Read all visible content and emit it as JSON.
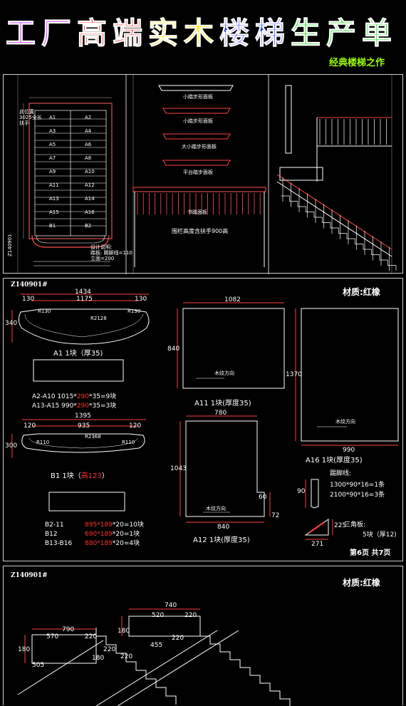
{
  "banner": {
    "title_chars": [
      {
        "ch": "工",
        "color": "#d43cff"
      },
      {
        "ch": "厂",
        "color": "#d43cff"
      },
      {
        "ch": "高",
        "color": "#ff2020"
      },
      {
        "ch": "端",
        "color": "#ff2020"
      },
      {
        "ch": "实",
        "color": "#ffe600"
      },
      {
        "ch": "木",
        "color": "#ffe600"
      },
      {
        "ch": "楼",
        "color": "#2a3cff"
      },
      {
        "ch": "梯",
        "color": "#2a3cff"
      },
      {
        "ch": "生",
        "color": "#22dd22"
      },
      {
        "ch": "产",
        "color": "#22dd22"
      },
      {
        "ch": "单",
        "color": "#22dd22"
      }
    ],
    "subtitle": "经典楼梯之作"
  },
  "top_sheet": {
    "left_notes": [
      "此位置",
      "3025全长",
      "扶手"
    ],
    "plan_labels": [
      "A1",
      "A2",
      "A3",
      "A4",
      "A5",
      "A6",
      "A7",
      "A8",
      "A9",
      "A10",
      "A11",
      "A12",
      "A13",
      "A14",
      "A15",
      "A16",
      "B1",
      "B2"
    ],
    "footer_notes": [
      "设计说明:",
      "踏板: 踢脚线=110",
      "立面=200"
    ],
    "mid_labels": [
      "小踏步形面板",
      "小踏步形面板",
      "大小踏步形面板",
      "平台踏步面板"
    ],
    "rail_caption": "书踏面板",
    "mid_note": "围栏高度含扶手900高",
    "side_text": "Z140901"
  },
  "sheet2": {
    "code": "Z140901#",
    "material": "材质:红橡",
    "a1": {
      "w_total": "1434",
      "w_inner": "1175",
      "left": "130",
      "right": "130",
      "h": "340",
      "r1": "R130",
      "r2": "R2128",
      "r3": "R130",
      "caption": "A1   1块（厚35)"
    },
    "a_list": [
      "A2-A10   1015*",
      "290",
      "*35=9块",
      "A13-A15   990*",
      "290",
      "*35=3块"
    ],
    "a11": {
      "w": "1082",
      "h": "840",
      "grain": "木纹方向",
      "caption": "A11     1块(厚度35)"
    },
    "a16": {
      "w": "990",
      "h": "1370",
      "grain": "木纹方向",
      "caption": "A16     1块(厚度35)"
    },
    "b1": {
      "w_total": "1395",
      "w_inner": "935",
      "left": "120",
      "right": "120",
      "h": "300",
      "r1": "R110",
      "r2": "R2368",
      "r3": "R110",
      "caption": "B1   1块（",
      "caption_red": "高123",
      "caption_end": "）"
    },
    "a12": {
      "w_top": "780",
      "w": "840",
      "h": "1043",
      "n60": "60",
      "n72": "72",
      "grain": "木纹方向",
      "caption": "A12    1块(厚度35)"
    },
    "b_list": [
      {
        "name": "B2-11",
        "a": "895*",
        "b": "189",
        "c": "*20=10块"
      },
      {
        "name": "B12",
        "a": "690*",
        "b": "189",
        "c": "*20=1块"
      },
      {
        "name": "B13-B16",
        "a": "880*",
        "b": "189",
        "c": "*20=4块"
      }
    ],
    "kick": {
      "title": "踢脚线:",
      "l1": "1300*90*16=1条",
      "l2": "2100*90*16=3条",
      "h90": "90"
    },
    "tri": {
      "title": "三角板:",
      "count": "5块（厚12)",
      "h": "225",
      "w": "271"
    },
    "page": "第6页   共7页"
  },
  "sheet3": {
    "code": "Z140901#",
    "material": "材质:红橡",
    "dims": [
      "740",
      "520",
      "220",
      "790",
      "570",
      "220",
      "220",
      "220",
      "455",
      "220",
      "505",
      "180",
      "180",
      "180"
    ]
  }
}
